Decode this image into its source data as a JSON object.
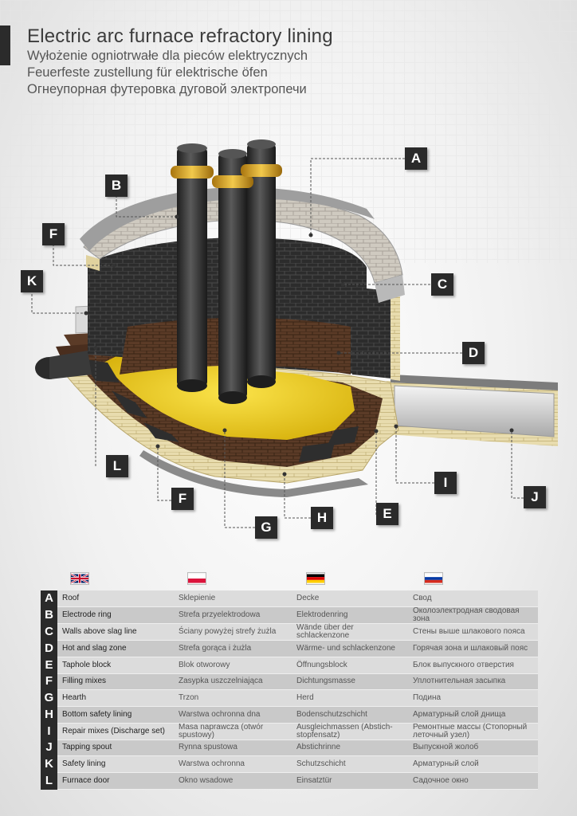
{
  "titles": {
    "en": "Electric arc furnace refractory lining",
    "pl": "Wyłożenie ogniotrwałe dla pieców elektrycznych",
    "de": "Feuerfeste zustellung für elektrische öfen",
    "ru": "Огнеупорная футеровка дуговой электропечи"
  },
  "callouts": [
    "A",
    "B",
    "C",
    "D",
    "E",
    "F",
    "F",
    "G",
    "H",
    "I",
    "J",
    "K",
    "L"
  ],
  "colors": {
    "label_bg": "#2a2a2a",
    "melt": "#f2d21c",
    "brick_dark": "#2e2e2e",
    "brick_brown": "#5a3a26",
    "insulation": "#e6d9a5",
    "electrode": "#3a3a3a",
    "electrode_ring": "#d9a21a",
    "roof": "#c9c9c9"
  },
  "flags": [
    "uk-flag",
    "poland-flag",
    "germany-flag",
    "russia-flag"
  ],
  "legend": [
    {
      "key": "A",
      "en": "Roof",
      "pl": "Sklepienie",
      "de": "Decke",
      "ru": "Свод"
    },
    {
      "key": "B",
      "en": "Electrode ring",
      "pl": "Strefa przyelektrodowa",
      "de": "Elektrodenring",
      "ru": "Околоэлектродная сводовая зона"
    },
    {
      "key": "C",
      "en": "Walls above slag line",
      "pl": "Ściany powyżej strefy żużla",
      "de": "Wände über der schlackenzone",
      "ru": "Стены выше шлакового пояса"
    },
    {
      "key": "D",
      "en": "Hot and slag zone",
      "pl": "Strefa gorąca i żużla",
      "de": "Wärme- und schlackenzone",
      "ru": "Горячая зона и шлаковый пояс"
    },
    {
      "key": "E",
      "en": "Taphole block",
      "pl": "Blok otworowy",
      "de": "Öffnungsblock",
      "ru": "Блок выпускного отверстия"
    },
    {
      "key": "F",
      "en": "Filling mixes",
      "pl": "Zasypka uszczelniająca",
      "de": "Dichtungsmasse",
      "ru": "Уплотнительная засыпка"
    },
    {
      "key": "G",
      "en": "Hearth",
      "pl": "Trzon",
      "de": "Herd",
      "ru": "Подина"
    },
    {
      "key": "H",
      "en": "Bottom safety lining",
      "pl": "Warstwa ochronna dna",
      "de": "Bodenschutzschicht",
      "ru": "Арматурный слой днища"
    },
    {
      "key": "I",
      "en": "Repair mixes (Discharge set)",
      "pl": "Masa naprawcza (otwór spustowy)",
      "de": "Ausgleichmassen (Abstich-stopfensatz)",
      "ru": "Ремонтные массы (Стопорный леточный узел)"
    },
    {
      "key": "J",
      "en": "Tapping spout",
      "pl": "Rynna spustowa",
      "de": "Abstichrinne",
      "ru": "Выпускной жолоб"
    },
    {
      "key": "K",
      "en": "Safety lining",
      "pl": "Warstwa ochronna",
      "de": "Schutzschicht",
      "ru": "Арматурный слой"
    },
    {
      "key": "L",
      "en": "Furnace door",
      "pl": "Okno wsadowe",
      "de": "Einsatztür",
      "ru": "Садочное окно"
    }
  ]
}
